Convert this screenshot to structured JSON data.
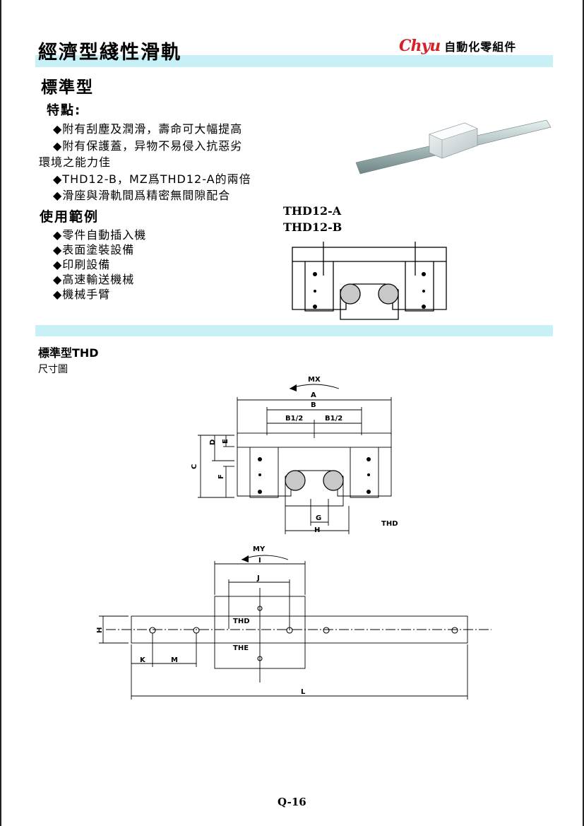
{
  "header": {
    "title": "經濟型綫性滑軌",
    "brand_logo": "Chyu",
    "brand_tagline": "自動化零組件"
  },
  "section_standard": {
    "heading": "標準型",
    "features_heading": "特點:",
    "features": [
      "◆附有刮塵及潤滑，壽命可大幅提高",
      "◆附有保護蓋，异物不易侵入抗惡劣",
      "環境之能力佳",
      "◆THD12-B，MZ爲THD12-A的兩倍",
      "◆滑座與滑軌間爲精密無間隙配合"
    ],
    "usage_heading": "使用範例",
    "usage": [
      "◆零件自動插入機",
      "◆表面塗裝設備",
      "◆印刷設備",
      "◆高速輸送機械",
      "◆機械手臂"
    ],
    "models": [
      "THD12-A",
      "THD12-B"
    ]
  },
  "section_thd": {
    "heading": "標準型THD",
    "caption": "尺寸圖"
  },
  "drawing_front": {
    "labels": {
      "mx": "MX",
      "a": "A",
      "b": "B",
      "b_half_left": "B1/2",
      "b_half_right": "B1/2",
      "c": "C",
      "d": "D",
      "e": "E",
      "f": "F",
      "g": "G",
      "h": "H",
      "model": "THD"
    }
  },
  "drawing_top": {
    "labels": {
      "my": "MY",
      "i": "I",
      "j": "J",
      "h": "H",
      "k": "K",
      "m": "M",
      "l": "L",
      "thd": "THD",
      "the": "THE"
    }
  },
  "footer": {
    "page_number": "Q-16"
  }
}
